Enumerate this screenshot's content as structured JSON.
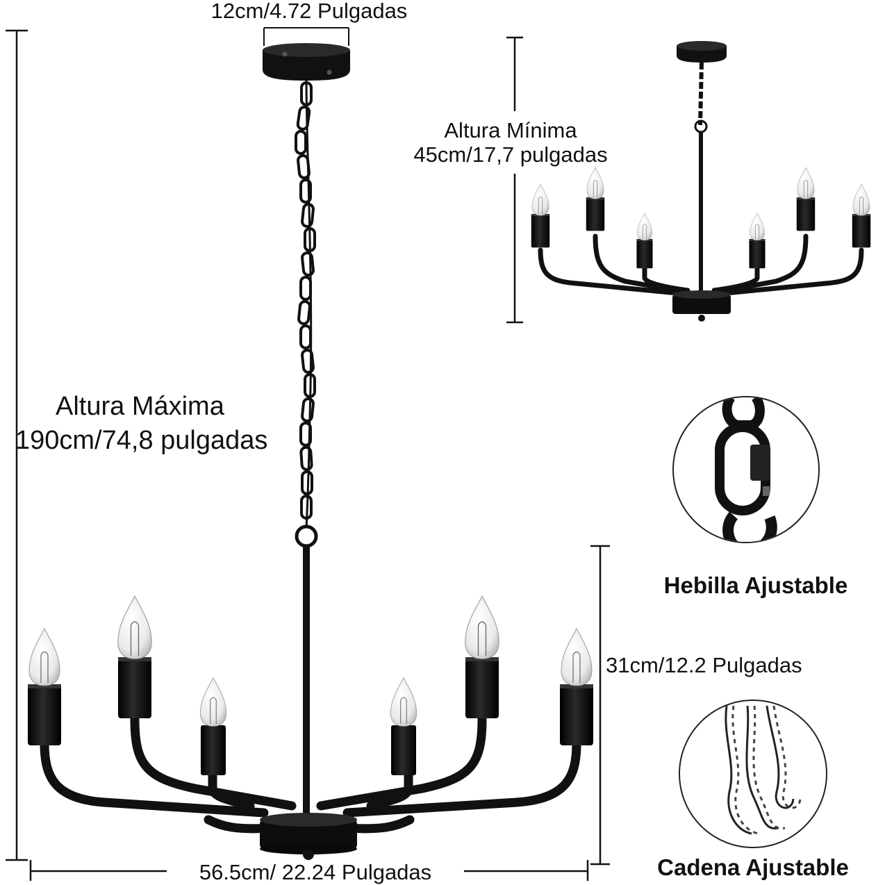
{
  "labels": {
    "canopy_width": "12cm/4.72 Pulgadas",
    "min_height_title": "Altura Mínima",
    "min_height_value": "45cm/17,7 pulgadas",
    "max_height_title": "Altura Máxima",
    "max_height_value": "190cm/74,8 pulgadas",
    "body_height": "31cm/12.2 Pulgadas",
    "total_width": "56.5cm/ 22.24 Pulgadas",
    "buckle_caption": "Hebilla Ajustable",
    "chain_caption": "Cadena Ajustable"
  },
  "colors": {
    "fixture": "#111111",
    "bulb_glass": "#f1f1f1",
    "dimension_line": "#111111"
  },
  "fixture": {
    "arms": 6,
    "bulb_type": "candelabra-icon"
  }
}
